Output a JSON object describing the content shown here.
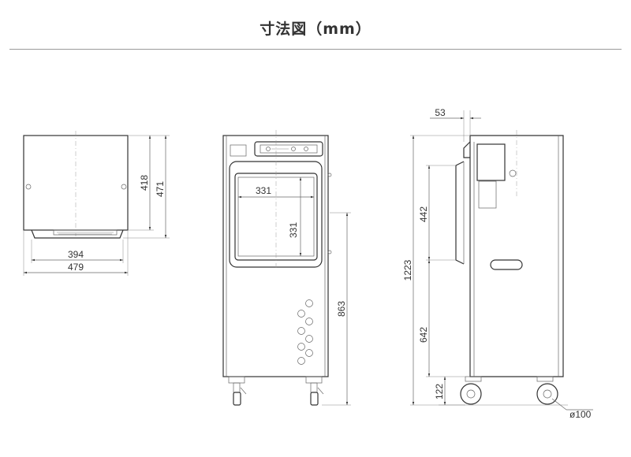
{
  "header": {
    "title": "寸法図（mm）"
  },
  "top_view": {
    "dims": {
      "depth_inner": "418",
      "depth_outer": "471",
      "width_inner": "394",
      "width_outer": "479"
    }
  },
  "front_view": {
    "dims": {
      "window_width": "331",
      "window_height": "331",
      "height": "863"
    }
  },
  "side_view": {
    "dims": {
      "offset": "53",
      "upper": "442",
      "total_height": "1223",
      "lower": "642",
      "base": "122",
      "wheel": "ø100"
    }
  },
  "colors": {
    "line": "#333333",
    "title": "#333333",
    "rule": "#9a9a9a"
  }
}
